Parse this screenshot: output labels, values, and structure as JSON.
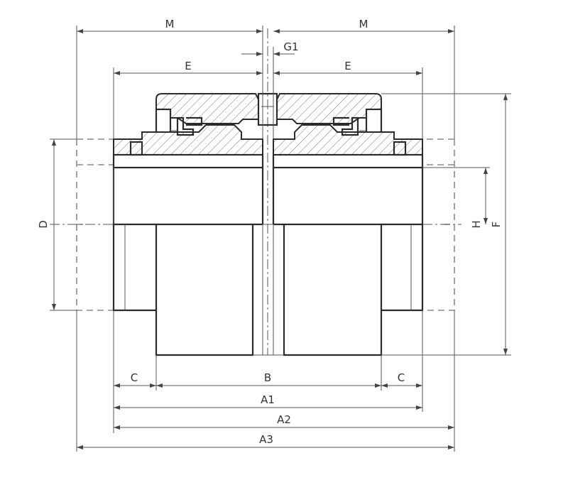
{
  "dimensions": {
    "M_left": "M",
    "M_right": "M",
    "G1": "G1",
    "E_left": "E",
    "E_right": "E",
    "D": "D",
    "H": "H",
    "F": "F",
    "C_left": "C",
    "B": "B",
    "C_right": "C",
    "A1": "A1",
    "A2": "A2",
    "A3": "A3"
  },
  "colors": {
    "line": "#2b2b2b",
    "dimension": "#555555",
    "hidden": "#8a8a8a"
  }
}
